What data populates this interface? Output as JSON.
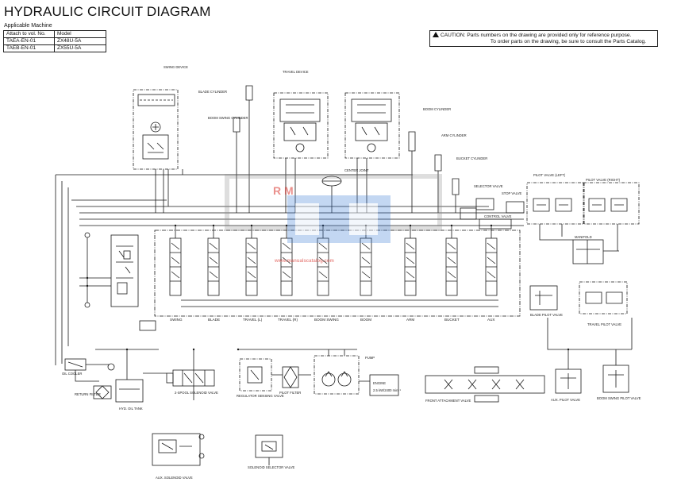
{
  "header": {
    "title": "HYDRAULIC CIRCUIT DIAGRAM",
    "applicable_label": "Applicable Machine",
    "table_headers": [
      "Attach to vol. No.",
      "Model"
    ],
    "table_rows": [
      [
        "TAEA-EN-01",
        "ZX48U-5A"
      ],
      [
        "TAEB-EN-01",
        "ZX55U-5A"
      ]
    ]
  },
  "caution": {
    "line1": "CAUTION: Parts numbers on the drawing are provided only for reference purpose.",
    "line2": "To order parts on the drawing, be sure to consult the Parts Catalog."
  },
  "watermark": {
    "text": "R M",
    "tagline": "www.manualscatalog.com",
    "color": "#d9352e"
  },
  "component_labels": {
    "swing_device": "SWING DEVICE",
    "travel_device": "TRAVEL DEVICE",
    "blade_cylinder": "BLADE CYLINDER",
    "boom_swing_cylinder": "BOOM SWING CYLINDER",
    "boom_cylinder": "BOOM CYLINDER",
    "arm_cylinder": "ARM CYLINDER",
    "bucket_cylinder": "BUCKET CYLINDER",
    "center_joint": "CENTER JOINT",
    "selector_valve": "SELECTOR VALVE",
    "stop_valve": "STOP VALVE",
    "control_valve": "CONTROL VALVE",
    "pilot_valve_left": "PILOT VALVE (LEFT)",
    "pilot_valve_right": "PILOT VALVE (RIGHT)",
    "manifold": "MANIFOLD",
    "blade_pilot_valve": "BLADE PILOT VALVE",
    "travel_pilot_valve": "TRAVEL PILOT VALVE",
    "oil_cooler": "OIL COOLER",
    "return_filter": "RETURN FILTER",
    "hyd_oil_tank": "HYD. OIL TANK",
    "solenoid_valve": "2-SPOOL SOLENOID VALVE",
    "regulator_valve": "REGULATOR SENSING VALVE",
    "pilot_filter": "PILOT FILTER",
    "pump": "PUMP",
    "engine": "ENGINE",
    "front_attachment_valve": "FRONT ATTACHMENT VALVE",
    "aux_pilot_valve": "AUX. PILOT VALVE",
    "boom_swing_pilot_valve": "BOOM SWING PILOT VALVE",
    "ss_valve": "SOLENOID SELECTOR VALVE",
    "aux_solenoid": "AUX. SOLENOID VALVE"
  },
  "spool_labels": [
    "SWING",
    "BLADE",
    "TRAVEL (L)",
    "TRAVEL (R)",
    "BOOM SWING",
    "BOOM",
    "ARM",
    "BUCKET",
    "AUX"
  ],
  "engine_spec": "2.5 kW/2400 min⁻¹"
}
